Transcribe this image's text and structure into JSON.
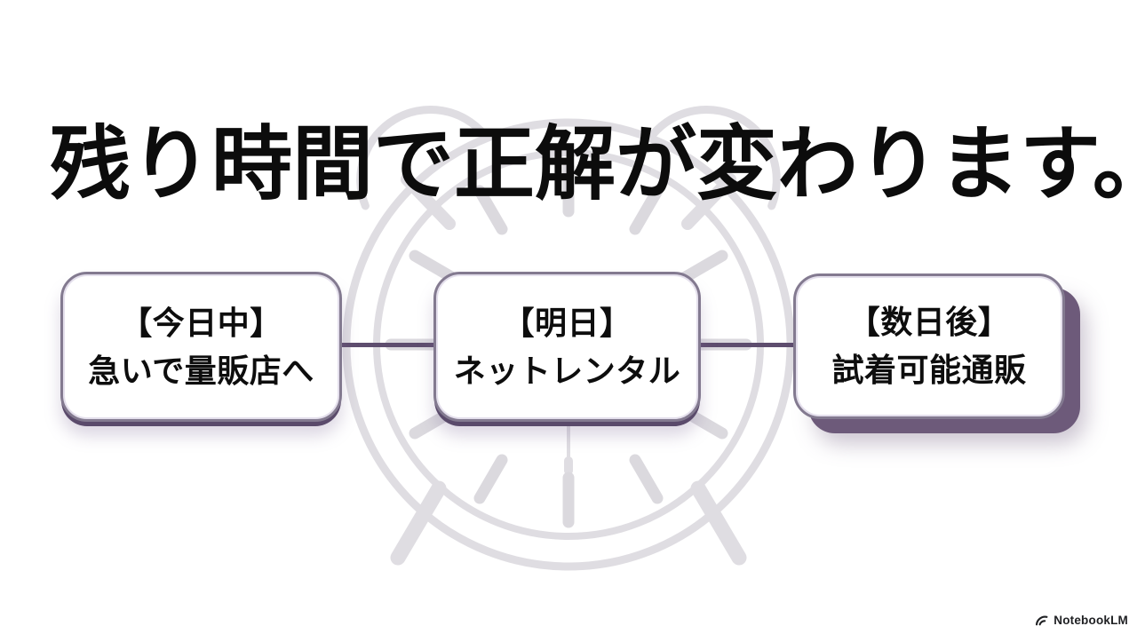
{
  "slide": {
    "title": "残り時間で正解が変わります。",
    "steps": [
      {
        "id": "today",
        "time_label": "【今日中】",
        "action": "急いで量販店へ"
      },
      {
        "id": "tomorrow",
        "time_label": "【明日】",
        "action": "ネットレンタル"
      },
      {
        "id": "in_a_few_days",
        "time_label": "【数日後】",
        "action": "試着可能通販"
      }
    ],
    "footer": {
      "brand": "NotebookLM"
    }
  },
  "icons": {
    "background": "alarm-clock-outline-icon",
    "brand": "notebooklm-logo-icon"
  },
  "colors": {
    "background": "#ffffff",
    "title_text": "#0c0c0c",
    "card_text": "#0d0d0d",
    "card_border": "#837a90",
    "card_bottom_lip": "#5a4a6b",
    "card_offset_shadow": "#6d5a7a",
    "connector": "#5e4d6e",
    "clock_outline": "#dfdde2",
    "brand_text": "#202124"
  }
}
